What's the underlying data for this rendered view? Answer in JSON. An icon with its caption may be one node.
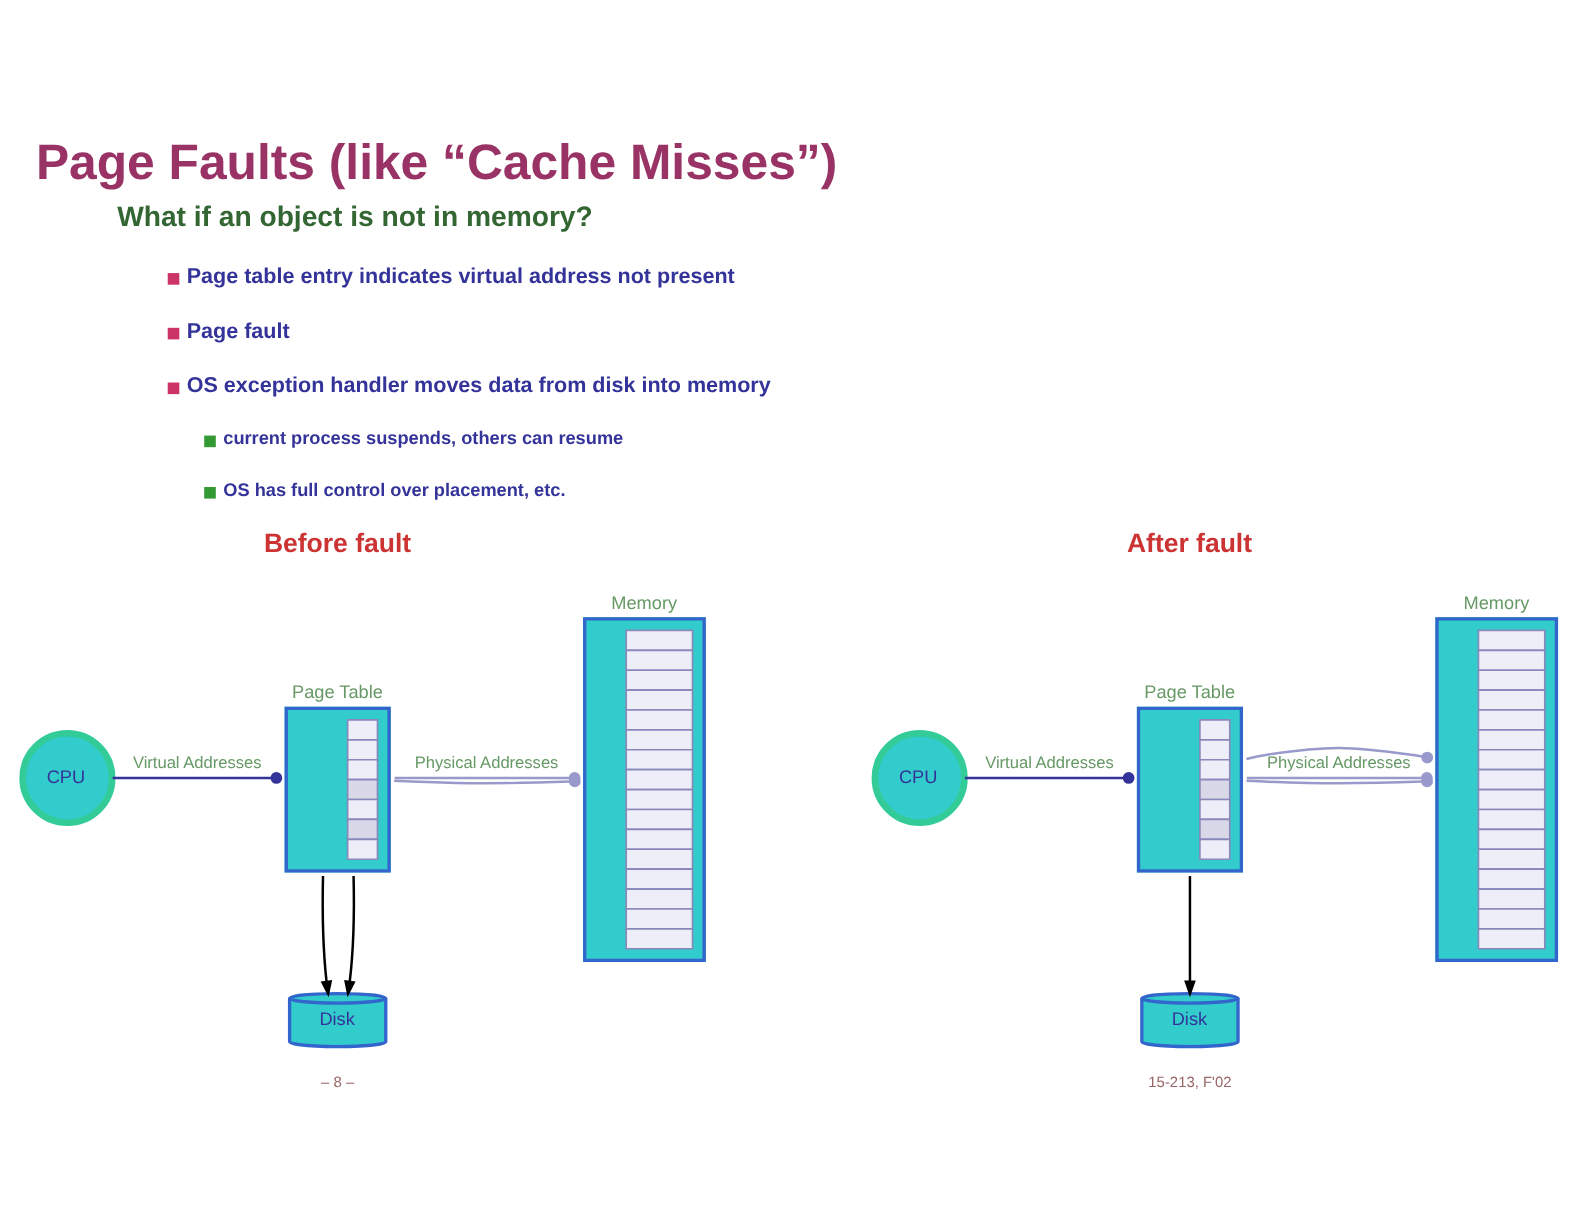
{
  "diagram": {
    "title": "Page Faults (like “Cache Misses”)",
    "nodes": [
      {
        "text": [
          "CPU"
        ]
      },
      {
        "text": [
          "Page Table"
        ]
      },
      {
        "text": [
          "Memory"
        ]
      },
      {
        "text": [
          "Disk"
        ]
      },
      {
        "text": [
          "CPU"
        ]
      },
      {
        "text": [
          "Page Table"
        ]
      },
      {
        "text": [
          "Memory"
        ]
      },
      {
        "text": [
          "Disk"
        ]
      }
    ],
    "edges": [
      {
        "from": 0,
        "to": 1,
        "arrow": "other",
        "label": "Virtual Addresses",
        "color": "#333399"
      },
      {
        "from": 1,
        "to": 2,
        "arrow": "other",
        "label": "Physical Addresses"
      },
      {
        "from": 1,
        "to": 2,
        "arrow": "other"
      },
      {
        "from": 1,
        "to": 3,
        "arrow": "to",
        "color": "#000000"
      },
      {
        "from": 1,
        "to": 3,
        "arrow": "to",
        "color": "#000000"
      },
      {
        "from": 4,
        "to": 5,
        "arrow": "other",
        "label": "Virtual Addresses",
        "color": "#333399"
      },
      {
        "from": 5,
        "to": 6,
        "arrow": "other",
        "label": "Physical Addresses"
      },
      {
        "from": 5,
        "to": 6,
        "arrow": "other"
      },
      {
        "from": 5,
        "to": 6,
        "arrow": "other"
      },
      {
        "from": 5,
        "to": 7,
        "arrow": "to",
        "color": "#000000"
      }
    ],
    "labels": [
      "What if an object is not in memory?",
      "Page table entry indicates virtual address not present",
      "Page fault",
      "OS exception handler moves data from disk into memory",
      "current process suspends, others can resume",
      "OS has full control over placement, etc.",
      "Before fault",
      "After fault",
      "– 8 –",
      "15-213, F'02"
    ]
  }
}
